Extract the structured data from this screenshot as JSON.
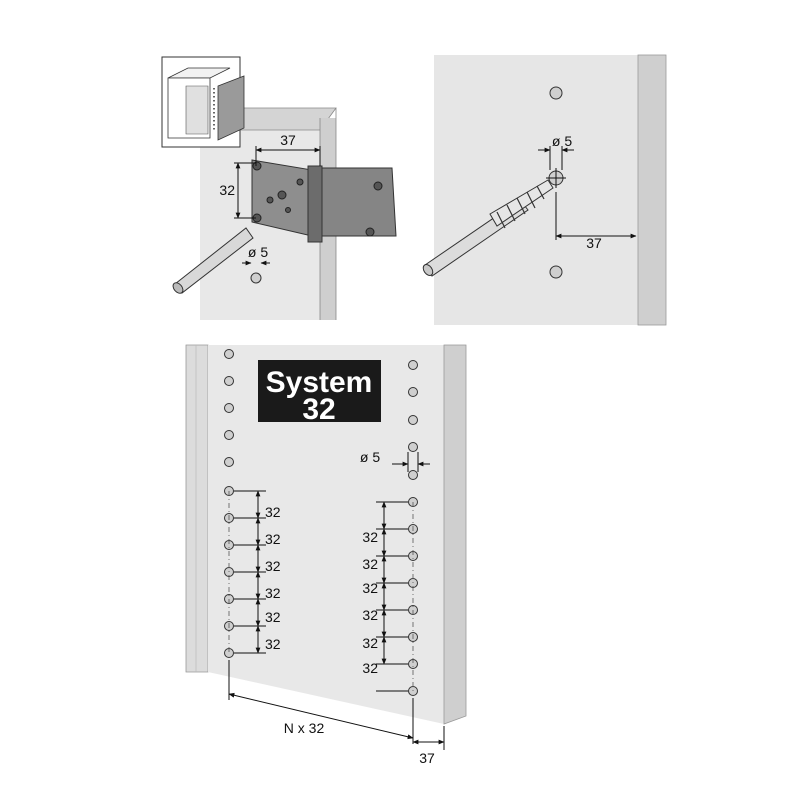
{
  "colors": {
    "panel": "#e6e6e6",
    "panel_edge": "#cfcfcf",
    "jig": "#9a9a9a",
    "logo_bg": "#1a1a1a",
    "hole": "#cfcfcf"
  },
  "top_left": {
    "dim_width": "37",
    "dim_height": "32",
    "dim_diameter": "ø 5"
  },
  "top_right": {
    "dim_diameter": "ø 5",
    "dim_offset": "37"
  },
  "bottom": {
    "logo_line1": "System",
    "logo_line2": "32",
    "left_pitch_labels": [
      "32",
      "32",
      "32",
      "32",
      "32",
      "32"
    ],
    "right_pitch_labels": [
      "32",
      "32",
      "32",
      "32",
      "32",
      "32"
    ],
    "dim_diameter": "ø 5",
    "dim_row_distance": "N x 32",
    "dim_edge_offset": "37"
  }
}
